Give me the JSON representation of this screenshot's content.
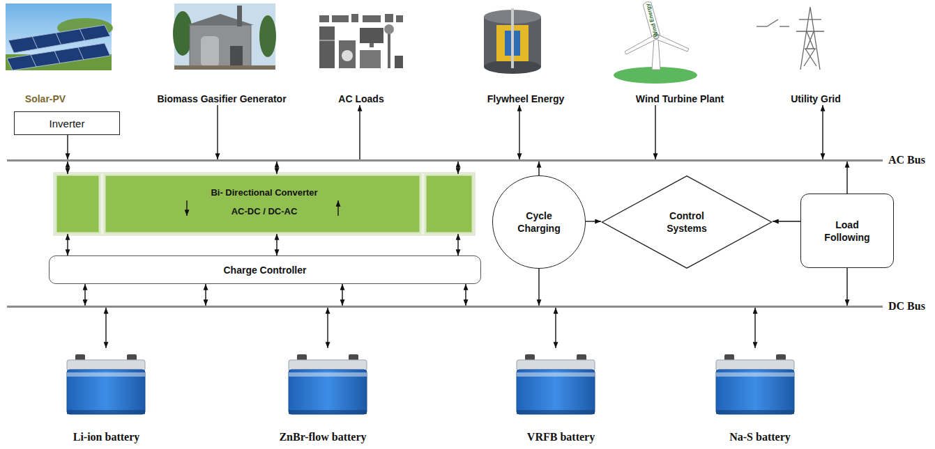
{
  "diagram": {
    "nodes": [
      {
        "text": [
          "Solar-PV"
        ]
      },
      {
        "text": [
          "Inverter"
        ]
      },
      {
        "text": [
          "Biomass Gasifier Generator"
        ]
      },
      {
        "text": [
          "AC Loads"
        ]
      },
      {
        "text": [
          "Flywheel Energy"
        ]
      },
      {
        "text": [
          "Wind Turbine Plant"
        ]
      },
      {
        "text": [
          "Utility Grid"
        ]
      },
      {
        "text": [
          "AC Bus"
        ]
      },
      {
        "text": [
          "Bi- Directional Converter",
          "AC-DC / DC-AC"
        ]
      },
      {
        "text": [
          "Charge Controller"
        ]
      },
      {
        "text": [
          "Cycle Charging"
        ]
      },
      {
        "text": [
          "Control Systems"
        ]
      },
      {
        "text": [
          "Load Following"
        ]
      },
      {
        "text": [
          "DC Bus"
        ]
      },
      {
        "text": [
          "Li-ion battery"
        ]
      },
      {
        "text": [
          "ZnBr-flow battery"
        ]
      },
      {
        "text": [
          "VRFB battery"
        ]
      },
      {
        "text": [
          "Na-S battery"
        ]
      }
    ],
    "edges": [
      {
        "from": 1,
        "to": 7,
        "arrow": "to"
      },
      {
        "from": 2,
        "to": 7,
        "arrow": "to"
      },
      {
        "from": 7,
        "to": 3,
        "arrow": "to"
      },
      {
        "from": 4,
        "to": 7,
        "arrow": "both"
      },
      {
        "from": 5,
        "to": 7,
        "arrow": "to"
      },
      {
        "from": 6,
        "to": 7,
        "arrow": "both"
      },
      {
        "from": 7,
        "to": 8,
        "arrow": "both"
      },
      {
        "from": 7,
        "to": 8,
        "arrow": "both"
      },
      {
        "from": 7,
        "to": 8,
        "arrow": "both"
      },
      {
        "from": 8,
        "to": 9,
        "arrow": "both"
      },
      {
        "from": 8,
        "to": 9,
        "arrow": "both"
      },
      {
        "from": 8,
        "to": 9,
        "arrow": "both"
      },
      {
        "from": 9,
        "to": 13,
        "arrow": "both"
      },
      {
        "from": 9,
        "to": 13,
        "arrow": "both"
      },
      {
        "from": 9,
        "to": 13,
        "arrow": "both"
      },
      {
        "from": 9,
        "to": 13,
        "arrow": "both"
      },
      {
        "from": 10,
        "to": 7,
        "arrow": "to"
      },
      {
        "from": 10,
        "to": 13,
        "arrow": "to"
      },
      {
        "from": 10,
        "to": 11,
        "arrow": "to"
      },
      {
        "from": 12,
        "to": 11,
        "arrow": "to"
      },
      {
        "from": 12,
        "to": 7,
        "arrow": "to"
      },
      {
        "from": 12,
        "to": 13,
        "arrow": "to"
      },
      {
        "from": 13,
        "to": 14,
        "arrow": "both"
      },
      {
        "from": 13,
        "to": 15,
        "arrow": "both"
      },
      {
        "from": 13,
        "to": 16,
        "arrow": "both"
      },
      {
        "from": 13,
        "to": 17,
        "arrow": "both"
      }
    ],
    "labels": [
      "Wind Energy"
    ]
  }
}
